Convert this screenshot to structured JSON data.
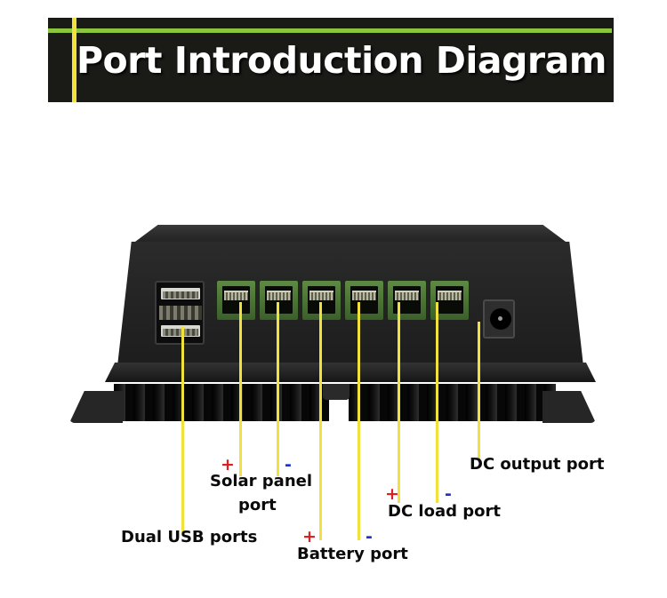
{
  "header": {
    "title": "Port Introduction Diagram",
    "bar_color": "#1a1a17",
    "accent_green": "#8cc63f",
    "accent_yellow": "#f2e23a"
  },
  "device": {
    "name": "solar-charge-controller",
    "body_color": "#232323",
    "terminal_color": "#4e7a38",
    "usb_port_count": 2,
    "terminal_block_count": 6,
    "dc_jack_count": 1
  },
  "callouts": [
    {
      "id": "dual-usb-ports",
      "label": "Dual USB ports",
      "polarity": []
    },
    {
      "id": "solar-panel-port",
      "label_line1": "Solar panel",
      "label_line2": "port",
      "polarity": [
        {
          "sign": "+",
          "color": "#e02020"
        },
        {
          "sign": "-",
          "color": "#2030d0"
        }
      ]
    },
    {
      "id": "battery-port",
      "label": "Battery port",
      "polarity": [
        {
          "sign": "+",
          "color": "#e02020"
        },
        {
          "sign": "-",
          "color": "#2030d0"
        }
      ]
    },
    {
      "id": "dc-load-port",
      "label": "DC load port",
      "polarity": [
        {
          "sign": "+",
          "color": "#e02020"
        },
        {
          "sign": "-",
          "color": "#2030d0"
        }
      ]
    },
    {
      "id": "dc-output-port",
      "label": "DC output port",
      "polarity": []
    }
  ],
  "leader_lines": {
    "color": "#f0e13c",
    "count": 8
  }
}
